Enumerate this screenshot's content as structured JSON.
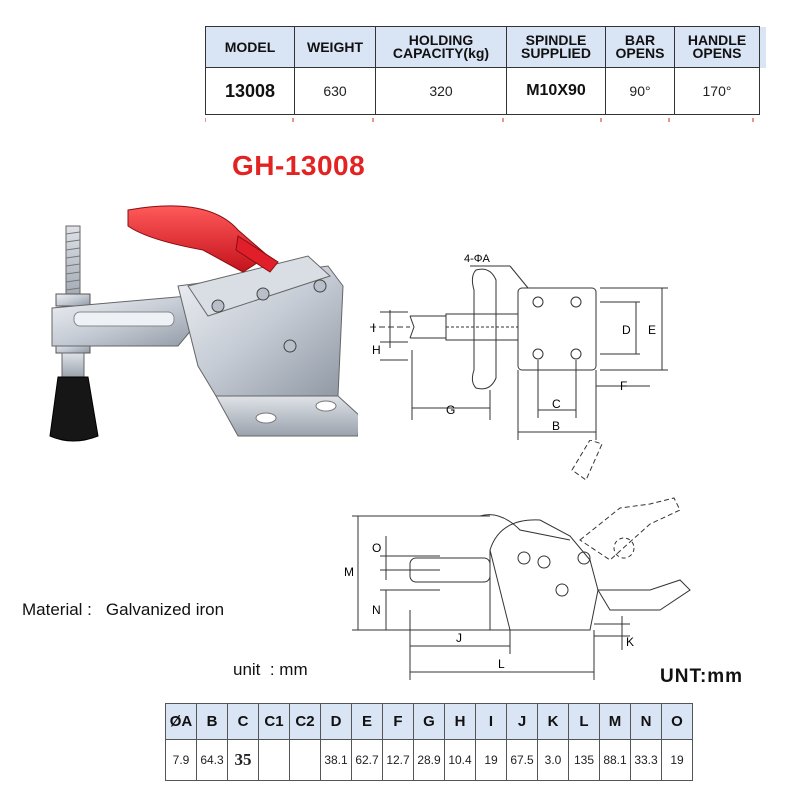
{
  "spec_table": {
    "headers": [
      "MODEL",
      "WEIGHT",
      "HOLDING\nCAPACITY(kg)",
      "SPINDLE\nSUPPLIED",
      "BAR\nOPENS",
      "HANDLE\nOPENS"
    ],
    "row": [
      "13008",
      "630",
      "320",
      "M10X90",
      "90°",
      "170°"
    ]
  },
  "title": "GH-13008",
  "material": {
    "label": "Material :",
    "value": "Galvanized iron"
  },
  "unit_left": "unit  : mm",
  "unit_right": "UNT:mm",
  "drawing_labels": {
    "hole_callout": "4-ΦA",
    "top": [
      "I",
      "H",
      "G",
      "C",
      "B",
      "D",
      "E",
      "F"
    ],
    "side": [
      "M",
      "O",
      "N",
      "J",
      "L",
      "K"
    ]
  },
  "dim_table": {
    "headers": [
      "ØA",
      "B",
      "C",
      "C1",
      "C2",
      "D",
      "E",
      "F",
      "G",
      "H",
      "I",
      "J",
      "K",
      "L",
      "M",
      "N",
      "O"
    ],
    "values": [
      "7.9",
      "64.3",
      "35",
      "",
      "",
      "38.1",
      "62.7",
      "12.7",
      "28.9",
      "10.4",
      "19",
      "67.5",
      "3.0",
      "135",
      "88.1",
      "33.3",
      "19"
    ]
  },
  "colors": {
    "title": "#e32222",
    "header_bg": "#d9e4f4",
    "handle": "#e01f2a",
    "metal": "#c9ced6",
    "rubber": "#151515"
  }
}
